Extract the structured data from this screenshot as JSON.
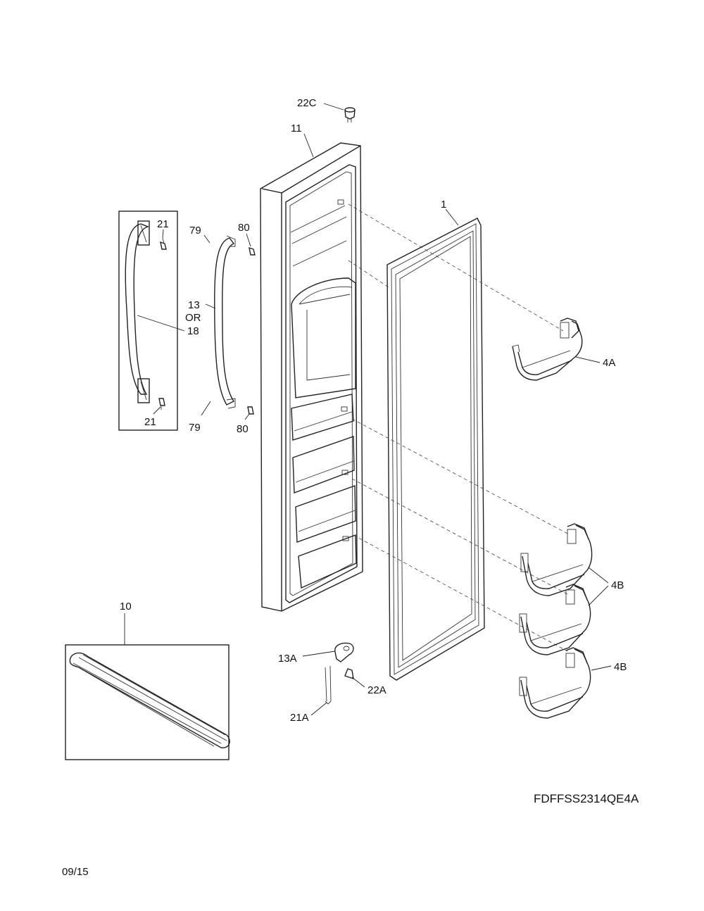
{
  "callouts": {
    "c22C": "22C",
    "c11": "11",
    "c1": "1",
    "c21_top": "21",
    "c79_top": "79",
    "c80_top": "80",
    "c13": "13",
    "c_or": "OR",
    "c18": "18",
    "c21_bottom": "21",
    "c79_bottom": "79",
    "c80_bottom": "80",
    "c4A": "4A",
    "c4B_a": "4B",
    "c4B_b": "4B",
    "c10": "10",
    "c13A": "13A",
    "c22A": "22A",
    "c21A": "21A"
  },
  "footer": {
    "model_code": "FDFFSS2314QE4A",
    "date": "09/15"
  }
}
